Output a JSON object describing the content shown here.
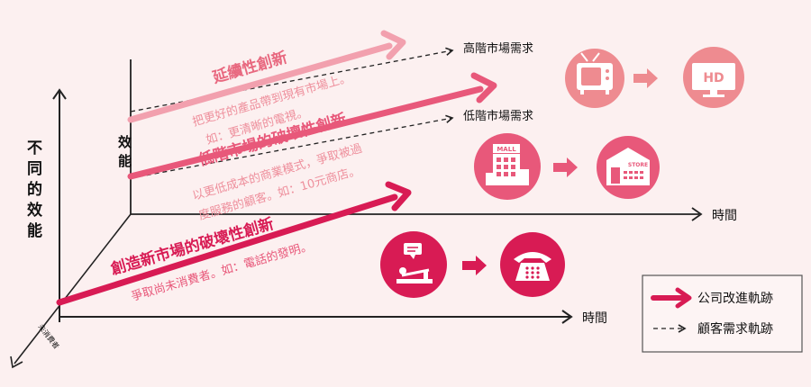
{
  "axes": {
    "main_y_label": [
      "不",
      "同",
      "的",
      "效",
      "能"
    ],
    "inner_y_label": [
      "效",
      "能"
    ],
    "time_label_top": "時間",
    "time_label_bottom": "時間",
    "non_consumer_label": "未消費者"
  },
  "tracks": {
    "high_tier_demand": "高階市場需求",
    "low_tier_demand": "低階市場需求"
  },
  "innovations": {
    "sustaining": {
      "title": "延續性創新",
      "desc_line1": "把更好的產品帶到現有市場上。",
      "desc_line2": "如：更清晰的電視。"
    },
    "low_end": {
      "title": "低階市場的破壞性創新",
      "desc_line1": "以更低成本的商業模式，爭取被過",
      "desc_line2": "度服務的顧客。如：10元商店。"
    },
    "new_market": {
      "title": "創造新市場的破壞性創新",
      "desc_line1": "爭取尚未消費者。如：電話的發明。"
    }
  },
  "icons": {
    "hd_text": "HD",
    "mall_text": "MALL",
    "store_text": "STORE"
  },
  "legend": {
    "company_path": "公司改進軌跡",
    "customer_path": "顧客需求軌跡"
  },
  "colors": {
    "dark": "#d81b54",
    "medium": "#e8587a",
    "light": "#f2a0ae",
    "icon_light": "#ee8b90"
  }
}
